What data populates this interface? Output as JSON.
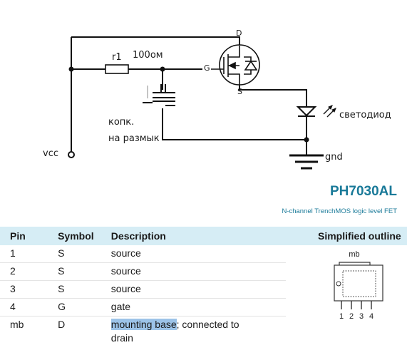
{
  "schematic": {
    "pin_labels": {
      "drain": "D",
      "gate": "G",
      "source": "S"
    },
    "resistor_label": "r1",
    "resistor_value": "100ом",
    "button_label_line1": "копк.",
    "button_label_line2": "на размык",
    "vcc_label": "vcc",
    "led_label": "светодиод",
    "gnd_label": "gnd"
  },
  "part": {
    "name": "PH7030AL",
    "subtitle": "N-channel TrenchMOS logic level FET"
  },
  "table": {
    "headers": {
      "pin": "Pin",
      "symbol": "Symbol",
      "description": "Description",
      "outline": "Simplified outline"
    },
    "rows": [
      {
        "pin": "1",
        "symbol": "S",
        "description": "source"
      },
      {
        "pin": "2",
        "symbol": "S",
        "description": "source"
      },
      {
        "pin": "3",
        "symbol": "S",
        "description": "source"
      },
      {
        "pin": "4",
        "symbol": "G",
        "description": "gate"
      }
    ],
    "last_row": {
      "pin": "mb",
      "symbol": "D",
      "description_highlight": "mounting base",
      "description_rest": "; connected to",
      "description_line2": "drain"
    },
    "outline": {
      "mb_label": "mb",
      "pin_numbers": [
        "1",
        "2",
        "3",
        "4"
      ]
    }
  }
}
